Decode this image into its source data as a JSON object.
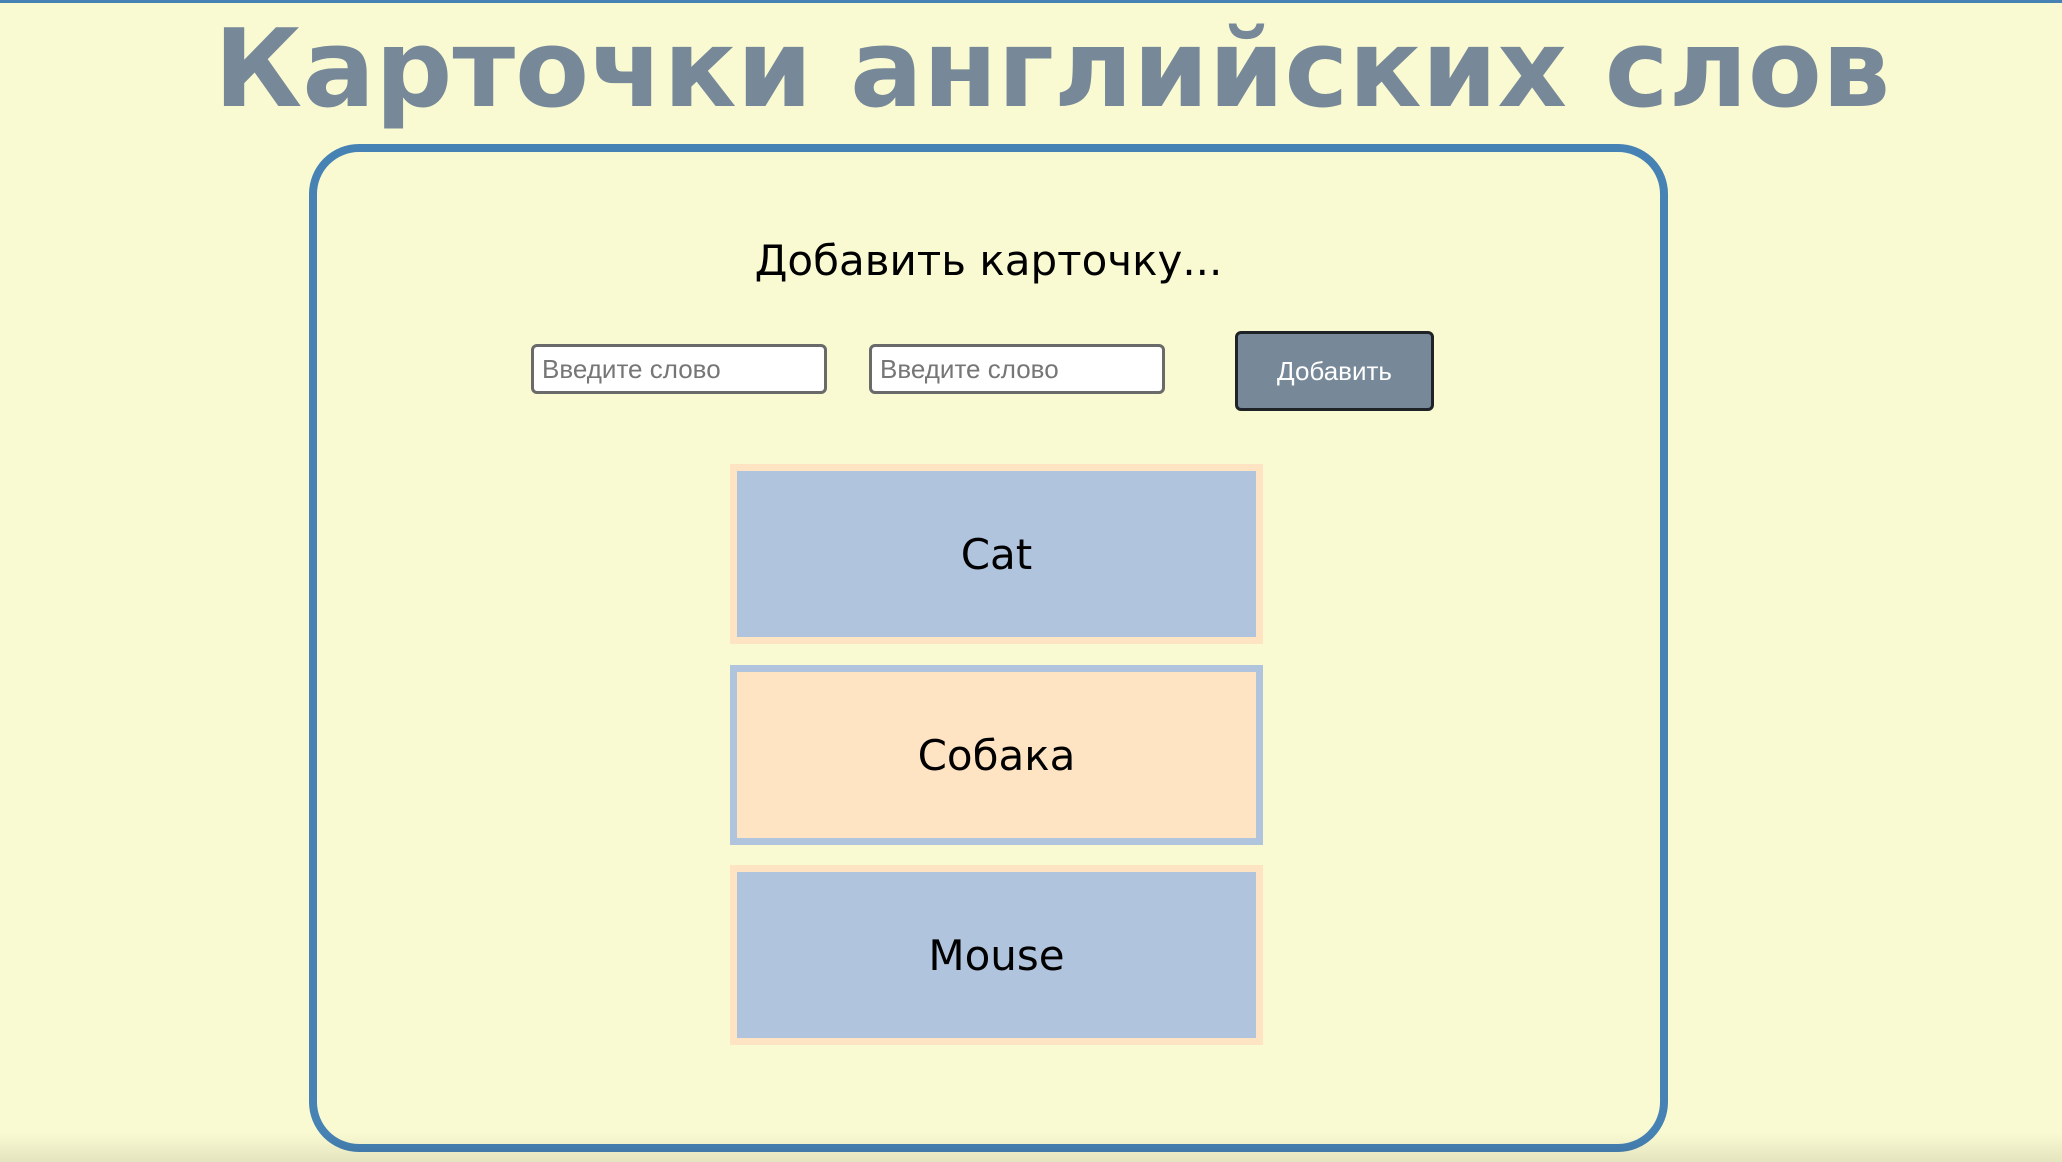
{
  "header": {
    "title": "Карточки английских слов"
  },
  "form": {
    "heading": "Добавить карточку...",
    "english_placeholder": "Введите слово",
    "russian_placeholder": "Введите слово",
    "add_label": "Добавить"
  },
  "cards": [
    {
      "text": "Cat",
      "side": "english"
    },
    {
      "text": "Собака",
      "side": "russian"
    },
    {
      "text": "Mouse",
      "side": "english"
    }
  ],
  "colors": {
    "background": "#fafad2",
    "title": "#778899",
    "panel_border": "#4682b4",
    "english_card": "#b0c4de",
    "russian_card": "#ffe4c4",
    "button": "#778899"
  }
}
